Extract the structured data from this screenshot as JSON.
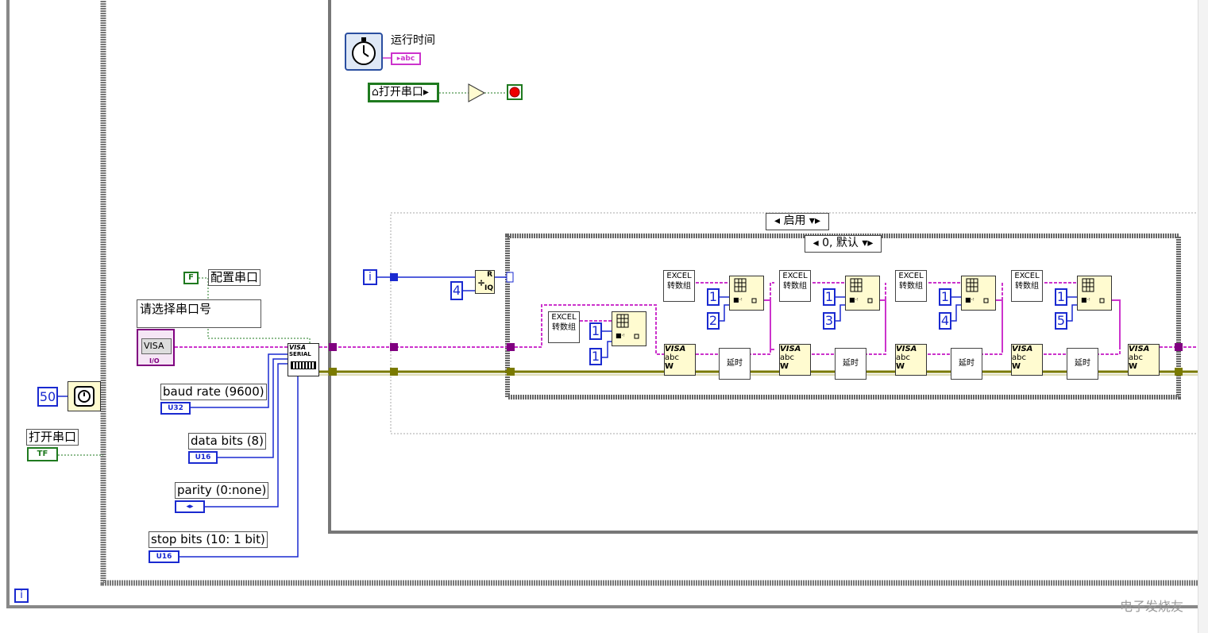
{
  "top": {
    "run_time_label": "运行时间",
    "run_time_terminal": "abc",
    "open_port_bool": "打开串口"
  },
  "left": {
    "wait_ms_value": "50",
    "open_port_label": "打开串口",
    "open_port_terminal": "TF",
    "config_const": "F",
    "config_label": "配置串口",
    "select_port_label": "请选择串口号",
    "visa_text": "VISA",
    "io_text": "I/O",
    "serial_node_title": "VISA",
    "serial_node_sub": "SERIAL",
    "baud_label": "baud rate (9600)",
    "baud_type": "U32",
    "data_bits_label": "data bits (8)",
    "data_bits_type": "U16",
    "parity_label": "parity (0:none)",
    "parity_type": "◂▸",
    "stop_bits_label": "stop bits (10: 1 bit)",
    "stop_bits_type": "U16",
    "outer_iter": "i"
  },
  "case": {
    "enable_selector": "启用",
    "inner_selector": "0, 默认",
    "iter": "i",
    "divisor": "4",
    "quot_label_r": "R",
    "quot_label_iq": "IQ"
  },
  "stages": [
    {
      "excel_top": "EXCEL",
      "excel_bottom": "转数组",
      "const_a": "1",
      "const_b": "1",
      "delay": "延时"
    },
    {
      "excel_top": "EXCEL",
      "excel_bottom": "转数组",
      "const_a": "1",
      "const_b": "2",
      "delay": "延时"
    },
    {
      "excel_top": "EXCEL",
      "excel_bottom": "转数组",
      "const_a": "1",
      "const_b": "3",
      "delay": "延时"
    },
    {
      "excel_top": "EXCEL",
      "excel_bottom": "转数组",
      "const_a": "1",
      "const_b": "4",
      "delay": "延时"
    },
    {
      "excel_top": "EXCEL",
      "excel_bottom": "转数组",
      "const_a": "1",
      "const_b": "5",
      "delay": ""
    }
  ],
  "write_node": {
    "line1": "VISA",
    "line2": "abc",
    "line3": "W"
  },
  "watermark": "电子发烧友",
  "colors": {
    "wire_pink": "#cc33cc",
    "wire_olive": "#7a7a00",
    "blue": "#1a2ad0",
    "green": "#1f7a1f",
    "frame": "#555"
  }
}
